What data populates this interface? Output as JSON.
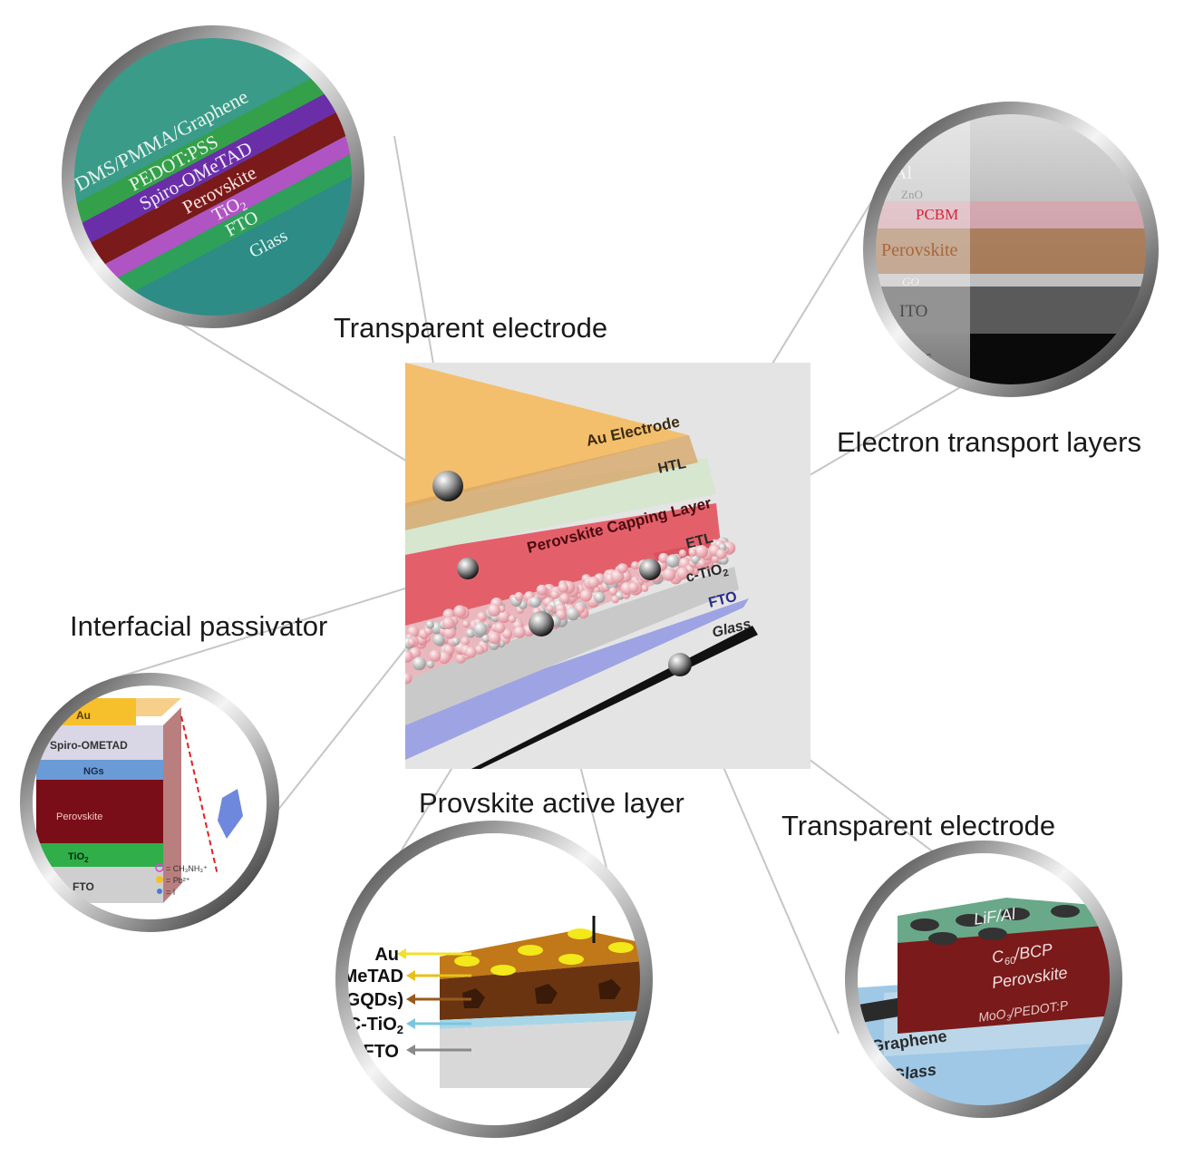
{
  "headings": {
    "top_transparent_electrode": "Transparent electrode",
    "electron_transport_layers": "Electron transport layers",
    "interfacial_passivator": "Interfacial passivator",
    "perovskite_active_layer": "Provskite active layer",
    "bottom_transparent_electrode": "Transparent electrode"
  },
  "central_stack": {
    "layers": [
      "Au Electrode",
      "HTL",
      "Perovskite Capping Layer",
      "ETL",
      "c-TiO",
      "FTO",
      "Glass"
    ],
    "subscript_2": "2"
  },
  "inset_transparent_electrode": {
    "layers": [
      "PDMS/PMMA/Graphene",
      "PEDOT:PSS",
      "Spiro-OMeTAD",
      "Perovskite",
      "TiO",
      "FTO",
      "Glass"
    ],
    "subscript_2": "2"
  },
  "inset_electron_transport": {
    "layers": [
      "Al",
      "ZnO",
      "PCBM",
      "Perovskite",
      "GO",
      "ITO",
      "ss"
    ]
  },
  "inset_interfacial_passivator": {
    "layers": [
      "Au",
      "Spiro-OMETAD",
      "NGs",
      "Perovskite",
      "TiO",
      "FTO"
    ],
    "subscript_2": "2",
    "legend": [
      "= CH₃NH₃⁺",
      "= Pb²⁺",
      "= I"
    ]
  },
  "inset_active_layer": {
    "labels": [
      "Au",
      "OMeTAD",
      "e(GQDs)",
      "C-TiO",
      "FTO"
    ],
    "subscript_2": "2"
  },
  "inset_bottom_electrode": {
    "layers": [
      "LiF/Al",
      "C",
      "/BCP",
      "Perovskite",
      "MoO",
      "/PEDOT:P",
      "Graphene",
      "Glass"
    ],
    "subscript_60": "60",
    "subscript_3": "3"
  },
  "colors": {
    "au": "#f3bf6c",
    "htl": "#cfe3c6",
    "capping": "#e3606a",
    "perovskite_beads": "#f0a8b0",
    "tio2": "#c9c9c9",
    "fto": "#9ea3e3",
    "glass": "#111111",
    "ring_dark": "#3a3a3a",
    "ring_light": "#d8d8d8"
  }
}
